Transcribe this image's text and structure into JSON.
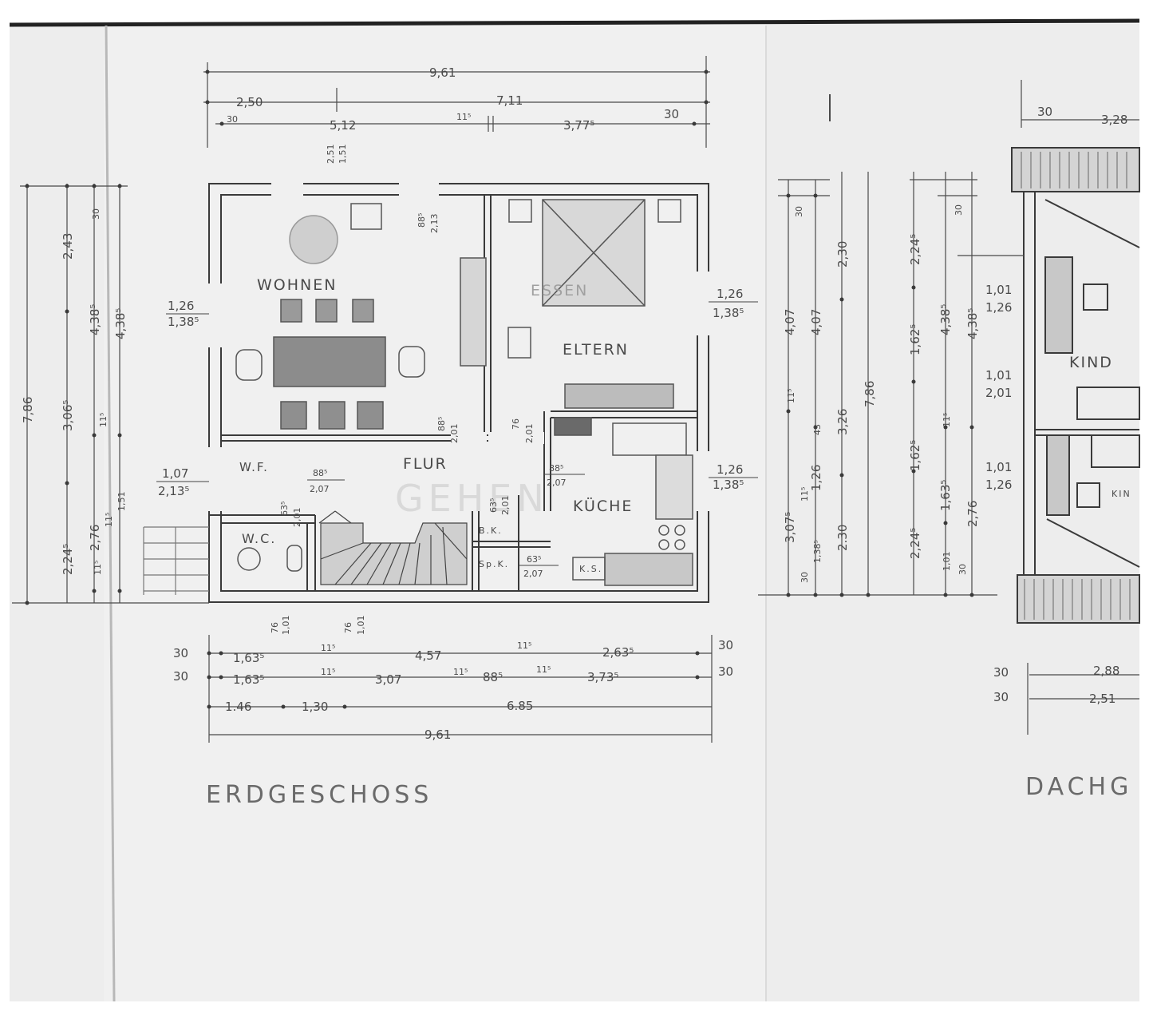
{
  "drawing": {
    "watermark": "GEHEN",
    "left_plan": {
      "title": "ERDGESCHOSS",
      "rooms": {
        "wohnen": "WOHNEN",
        "essen": "ESSEN",
        "eltern": "ELTERN",
        "wf": "W.F.",
        "flur": "FLUR",
        "kueche": "KÜCHE",
        "wc": "W.C.",
        "bk": "B.K.",
        "spk": "Sp.K.",
        "ks": "K.S."
      },
      "top_dims": {
        "total": "9,61",
        "d_2_50": "2,50",
        "d_7_11": "7,11",
        "d_30a": "30",
        "d_5_12": "5,12",
        "d_11_5": "11⁵",
        "d_3_77": "3,77⁵",
        "d_30b": "30",
        "d_2_51": "2,51",
        "d_1_51": "1,51"
      },
      "bottom_dims": {
        "r1_30l": "30",
        "r1_163": "1,63⁵",
        "r1_115a": "11⁵",
        "r1_457": "4,57",
        "r1_115b": "11⁵",
        "r1_263": "2,63⁵",
        "r1_30r": "30",
        "r2_30l": "30",
        "r2_163": "1,63⁵",
        "r2_115a": "11⁵",
        "r2_307": "3,07",
        "r2_115b": "11⁵",
        "r2_885": "88⁵",
        "r2_115c": "11⁵",
        "r2_373": "3,73⁵",
        "r2_30r": "30",
        "r3_146": "1.46",
        "r3_130": "1,30",
        "r3_685": "6.85",
        "r4_961": "9,61",
        "s_76a": "76",
        "s_101a": "1,01",
        "s_76b": "76",
        "s_101b": "1,01"
      },
      "left_dims": {
        "total": "7,86",
        "d_243": "2,43",
        "d_306": "3,06⁵",
        "d_224": "2,24⁵",
        "d_438": "4,38⁵",
        "d_276": "2,76",
        "d_30": "30",
        "d_115a": "11⁵",
        "d_115b": "11⁵",
        "d_115c": "11⁵",
        "d_151": "1,51",
        "d_438b": "4,38⁵"
      },
      "openings": {
        "w1a": "1,26",
        "w1b": "1,38⁵",
        "w2a": "1,07",
        "w2b": "2,13⁵",
        "w3a": "1,26",
        "w3b": "1,38⁵",
        "w4a": "1,26",
        "w4b": "1,38⁵",
        "d1a": "88⁵",
        "d1b": "2,13",
        "d2a": "88⁵",
        "d2b": "2,01",
        "d3a": "76",
        "d3b": "2,01",
        "d4a": "88⁵",
        "d4b": "2,07",
        "d5a": "88⁵",
        "d5b": "2,07",
        "d6a": "63⁵",
        "d6b": "2,01",
        "d7a": "63⁵",
        "d7b": "2,07",
        "d8a": "63⁵",
        "d8b": "2,01"
      },
      "right_dims": {
        "c1_30": "30",
        "c1_407": "4,07",
        "c1_115": "11⁵",
        "c1_307": "3,07⁵",
        "c1_30b": "30",
        "c2_407": "4,07",
        "c2_43": "43",
        "c2_126": "1,26",
        "c2_115": "11⁵",
        "c2_138": "1,38⁵",
        "c3_230": "2,30",
        "c3_326": "3,26",
        "c3_230b": "2.30",
        "c4_786": "7,86"
      }
    },
    "right_plan": {
      "title": "DACHG",
      "rooms": {
        "kind1": "KIND",
        "kind2": "KIN"
      },
      "left_dims": {
        "d_224a": "2,24⁵",
        "d_162a": "1,62⁵",
        "d_162b": "1,62⁵",
        "d_224b": "2,24⁵",
        "d_438a": "4,38⁵",
        "d_115": "11⁵",
        "d_163": "1,63⁵",
        "d_101": "1,01",
        "d_438b": "4,38⁵",
        "d_276": "2,76",
        "d_30a": "30",
        "d_30b": "30"
      },
      "openings": {
        "w1a": "1,01",
        "w1b": "1,26",
        "w2a": "1,01",
        "w2b": "2,01",
        "w3a": "1,01",
        "w3b": "1,26"
      },
      "top_dims": {
        "d_30": "30",
        "d_328": "3,28"
      },
      "bottom_dims": {
        "r1_30": "30",
        "r1_288": "2,88",
        "r2_30": "30",
        "r2_251": "2,51"
      }
    }
  }
}
